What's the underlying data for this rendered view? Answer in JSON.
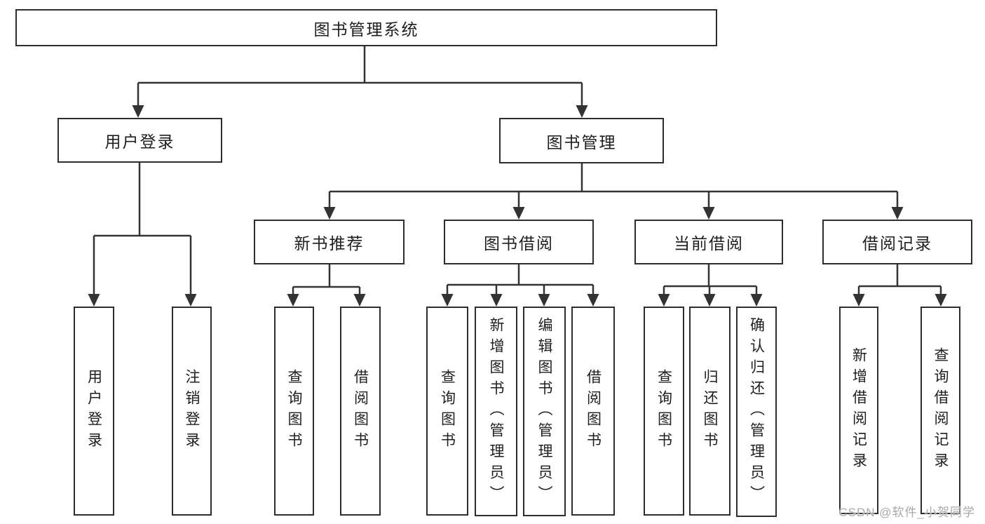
{
  "diagram": {
    "root": {
      "label": "图书管理系统"
    },
    "level2": [
      {
        "label": "用户登录"
      },
      {
        "label": "图书管理"
      }
    ],
    "level3": [
      {
        "label": "新书推荐"
      },
      {
        "label": "图书借阅"
      },
      {
        "label": "当前借阅"
      },
      {
        "label": "借阅记录"
      }
    ],
    "leaves": [
      {
        "label": "用户登录"
      },
      {
        "label": "注销登录"
      },
      {
        "label": "查询图书"
      },
      {
        "label": "借阅图书"
      },
      {
        "label": "查询图书"
      },
      {
        "label": "新增图书（管理员）"
      },
      {
        "label": "编辑图书（管理员）"
      },
      {
        "label": "借阅图书"
      },
      {
        "label": "查询图书"
      },
      {
        "label": "归还图书"
      },
      {
        "label": "确认归还（管理员）"
      },
      {
        "label": "新增借阅记录"
      },
      {
        "label": "查询借阅记录"
      }
    ],
    "watermark": "CSDN @软件_小贺同学",
    "colors": {
      "line": "#333333",
      "border": "#2d2d2d",
      "text": "#1e1e1e",
      "watermark": "#a9a9a9",
      "background": "#ffffff"
    }
  }
}
